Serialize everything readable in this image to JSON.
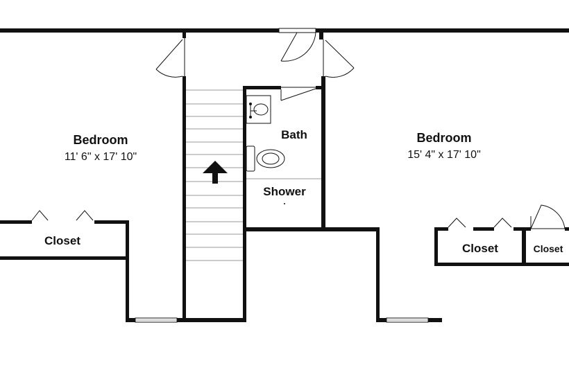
{
  "rooms": {
    "bedroom_left": {
      "name": "Bedroom",
      "dimensions": "11' 6\" x 17' 10\""
    },
    "bedroom_right": {
      "name": "Bedroom",
      "dimensions": "15' 4\" x 17' 10\""
    },
    "bath": {
      "name": "Bath"
    },
    "shower": {
      "name": "Shower"
    },
    "closet_left": {
      "name": "Closet"
    },
    "closet_right": {
      "name": "Closet"
    },
    "closet_small": {
      "name": "Closet"
    }
  },
  "icons": {
    "stair_direction": "up-arrow-icon",
    "sink": "sink-icon",
    "toilet": "toilet-icon"
  },
  "colors": {
    "wall": "#111111",
    "background": "#ffffff"
  }
}
